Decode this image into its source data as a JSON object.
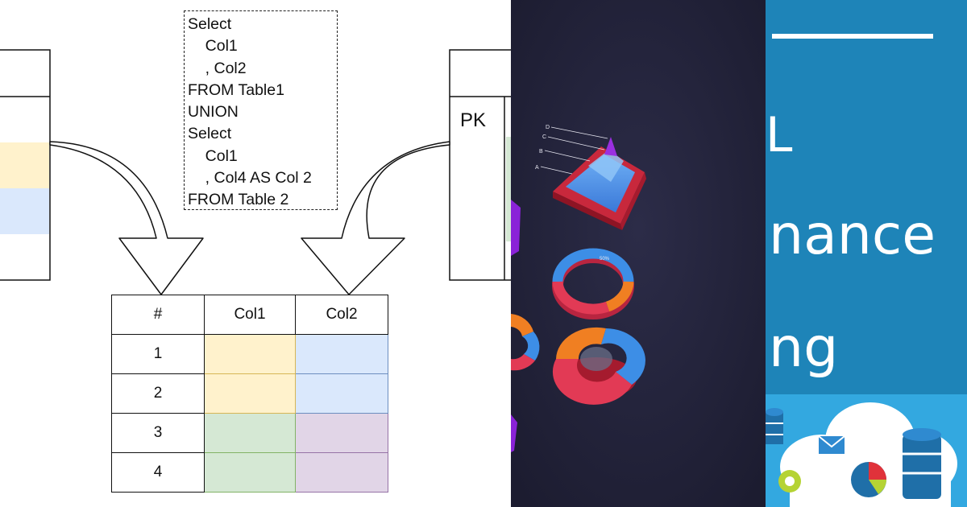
{
  "sql_diagram": {
    "query_lines": [
      "Select",
      "    Col1",
      "    , Col2",
      "FROM Table1",
      "UNION",
      "Select",
      "    Col1",
      "    , Col4 AS Col 2",
      "FROM Table 2"
    ],
    "right_table_pk_label": "PK",
    "result_table": {
      "headers": [
        "#",
        "Col1",
        "Col2"
      ],
      "rows": [
        {
          "num": "1",
          "col1_color": "yellow",
          "col2_color": "blue"
        },
        {
          "num": "2",
          "col1_color": "yellow",
          "col2_color": "blue"
        },
        {
          "num": "3",
          "col1_color": "green",
          "col2_color": "purple"
        },
        {
          "num": "4",
          "col1_color": "green",
          "col2_color": "purple"
        }
      ]
    },
    "colors": {
      "yellow": "#fff2cc",
      "blue": "#dae8fc",
      "green": "#d5e8d4",
      "purple": "#e1d5e7"
    }
  },
  "chart_panel": {
    "pyramid_labels": [
      "D",
      "C",
      "B",
      "A"
    ],
    "ring_label": "50%",
    "background": "#23233a"
  },
  "banner": {
    "text_fragments": [
      "L",
      "nance",
      "ng"
    ],
    "background": "#1e84b8",
    "icons": [
      "database-icon",
      "envelope-icon",
      "gear-icon",
      "pie-chart-icon",
      "cloud-icon"
    ]
  }
}
